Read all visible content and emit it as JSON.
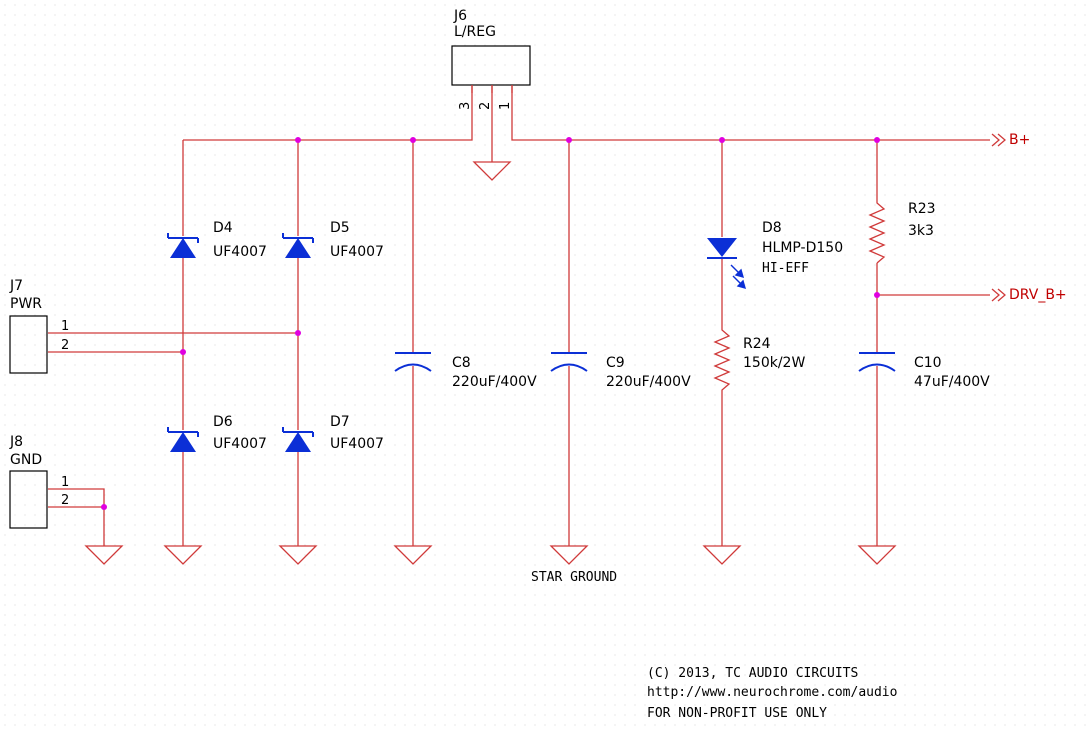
{
  "colors": {
    "wire": "#d03a3a",
    "diode": "#0b2fd6",
    "junction": "#e000e0",
    "text": "#000000",
    "net_label": "#c00000"
  },
  "regulator": {
    "ref": "J6",
    "value": "L/REG",
    "pins": [
      "3",
      "2",
      "1"
    ]
  },
  "connectors": [
    {
      "ref": "J7",
      "value": "PWR",
      "pins": [
        "1",
        "2"
      ]
    },
    {
      "ref": "J8",
      "value": "GND",
      "pins": [
        "1",
        "2"
      ]
    }
  ],
  "diodes": [
    {
      "ref": "D4",
      "value": "UF4007"
    },
    {
      "ref": "D5",
      "value": "UF4007"
    },
    {
      "ref": "D6",
      "value": "UF4007"
    },
    {
      "ref": "D7",
      "value": "UF4007"
    }
  ],
  "capacitors": [
    {
      "ref": "C8",
      "value": "220uF/400V"
    },
    {
      "ref": "C9",
      "value": "220uF/400V"
    },
    {
      "ref": "C10",
      "value": "47uF/400V"
    }
  ],
  "led": {
    "ref": "D8",
    "value": "HLMP-D150",
    "note": "HI-EFF"
  },
  "resistors": [
    {
      "ref": "R23",
      "value": "3k3"
    },
    {
      "ref": "R24",
      "value": "150k/2W"
    }
  ],
  "net_labels": {
    "b_plus": "B+",
    "drv_b_plus": "DRV_B+"
  },
  "ground_note": "STAR GROUND",
  "footer": [
    "(C) 2013, TC AUDIO CIRCUITS",
    "http://www.neurochrome.com/audio",
    "FOR NON-PROFIT USE ONLY"
  ]
}
